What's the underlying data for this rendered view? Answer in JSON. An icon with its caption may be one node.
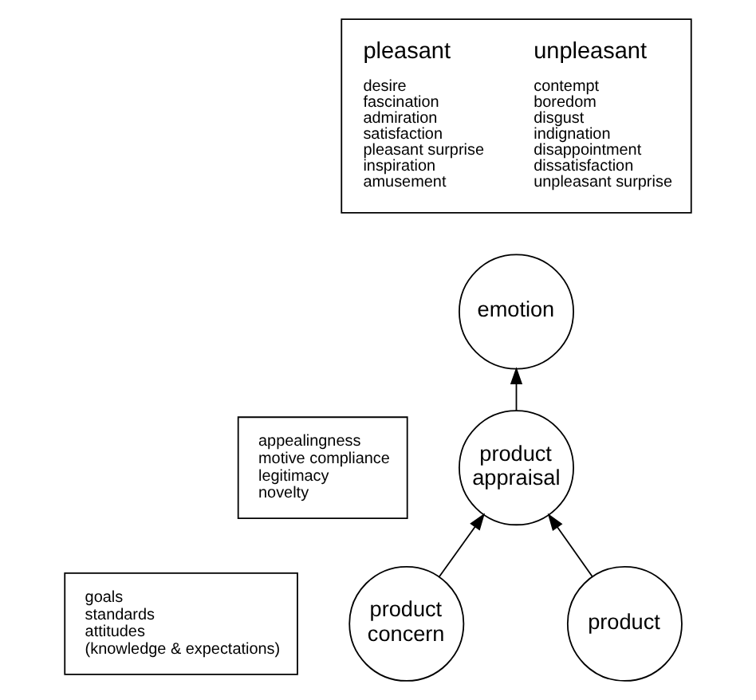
{
  "diagram": {
    "nodes": [
      {
        "text": [
          "pleasant",
          "desire",
          "fascination",
          "admiration",
          "satisfaction",
          "pleasant surprise",
          "inspiration",
          "amusement",
          "unpleasant",
          "contempt",
          "boredom",
          "disgust",
          "indignation",
          "disappointment",
          "dissatisfaction",
          "unpleasant surprise"
        ]
      },
      {
        "text": [
          "emotion"
        ]
      },
      {
        "text": [
          "appealingness",
          "motive compliance",
          "legitimacy",
          "novelty"
        ]
      },
      {
        "text": [
          "product appraisal"
        ]
      },
      {
        "text": [
          "goals",
          "standards",
          "attitudes",
          "(knowledge & expectations)"
        ]
      },
      {
        "text": [
          "product concern"
        ]
      },
      {
        "text": [
          "product"
        ]
      }
    ],
    "edges": [
      {
        "from": 3,
        "to": 1,
        "arrow": "to"
      },
      {
        "from": 5,
        "to": 3,
        "arrow": "to"
      },
      {
        "from": 6,
        "to": 3,
        "arrow": "to"
      }
    ]
  }
}
